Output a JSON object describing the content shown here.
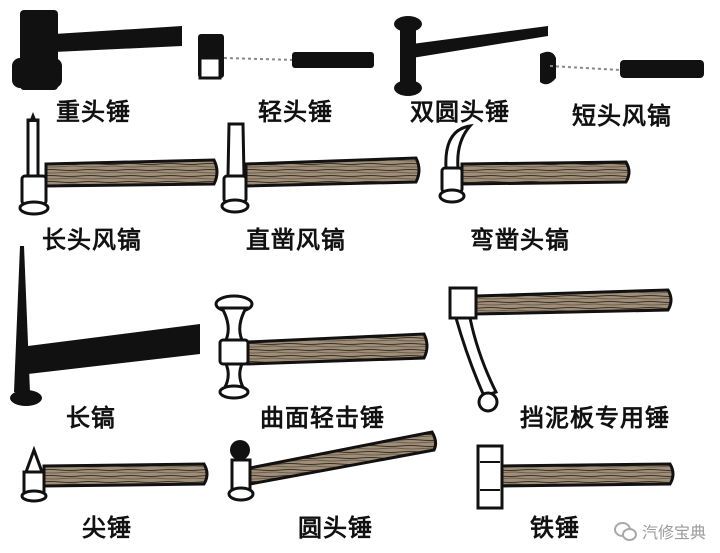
{
  "colors": {
    "ink": "#111111",
    "wood": "#8f7f68",
    "background": "#ffffff",
    "watermark": "#9a9a9a"
  },
  "hammers": [
    {
      "label": "重头锤"
    },
    {
      "label": "轻头锤"
    },
    {
      "label": "双圆头锤"
    },
    {
      "label": "短头风镐"
    },
    {
      "label": "长头风镐"
    },
    {
      "label": "直凿风镐"
    },
    {
      "label": "弯凿头镐"
    },
    {
      "label": "长镐"
    },
    {
      "label": "曲面轻击锤"
    },
    {
      "label": "挡泥板专用锤"
    },
    {
      "label": "尖锤"
    },
    {
      "label": "圆头锤"
    },
    {
      "label": "铁锤"
    }
  ],
  "watermark": {
    "text": "汽修宝典",
    "icon": "wechat-icon"
  }
}
